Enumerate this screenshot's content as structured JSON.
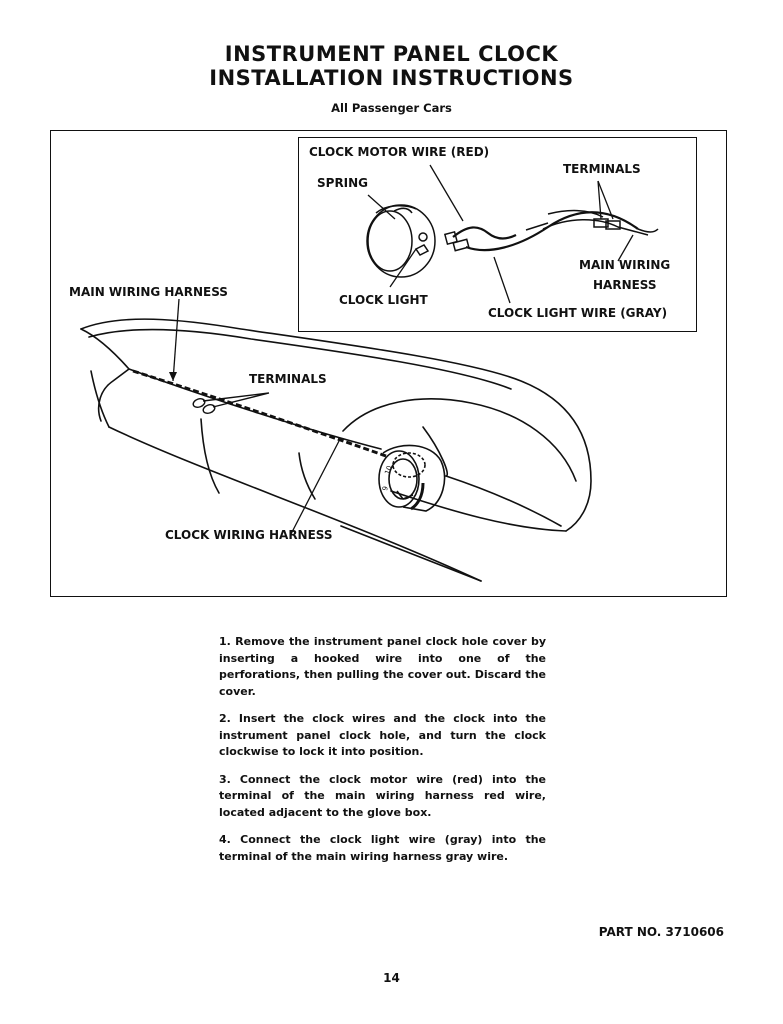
{
  "header": {
    "title_line1": "INSTRUMENT PANEL CLOCK",
    "title_line2": "INSTALLATION INSTRUCTIONS",
    "subtitle": "All Passenger Cars"
  },
  "figure": {
    "inset_labels": {
      "clock_motor_wire": "CLOCK MOTOR WIRE (RED)",
      "spring": "SPRING",
      "terminals": "TERMINALS",
      "main_wiring_harness_line1": "MAIN WIRING",
      "main_wiring_harness_line2": "HARNESS",
      "clock_light": "CLOCK LIGHT",
      "clock_light_wire": "CLOCK LIGHT WIRE (GRAY)"
    },
    "main_labels": {
      "main_wiring_harness": "MAIN WIRING HARNESS",
      "terminals": "TERMINALS",
      "clock_wiring_harness": "CLOCK WIRING HARNESS"
    }
  },
  "instructions": [
    "1. Remove the instrument panel clock hole cover by inserting a hooked wire into one of the perforations, then pulling the cover out. Discard the cover.",
    "2. Insert the clock wires and the clock into the instrument panel clock hole, and turn the clock clockwise to lock it into position.",
    "3. Connect the clock motor wire (red) into the terminal of the main wiring harness red wire, located adjacent to the glove box.",
    "4. Connect the clock light wire (gray) into the terminal of the main wiring harness gray wire."
  ],
  "footer": {
    "part_number": "PART NO. 3710606",
    "page_number": "14"
  }
}
